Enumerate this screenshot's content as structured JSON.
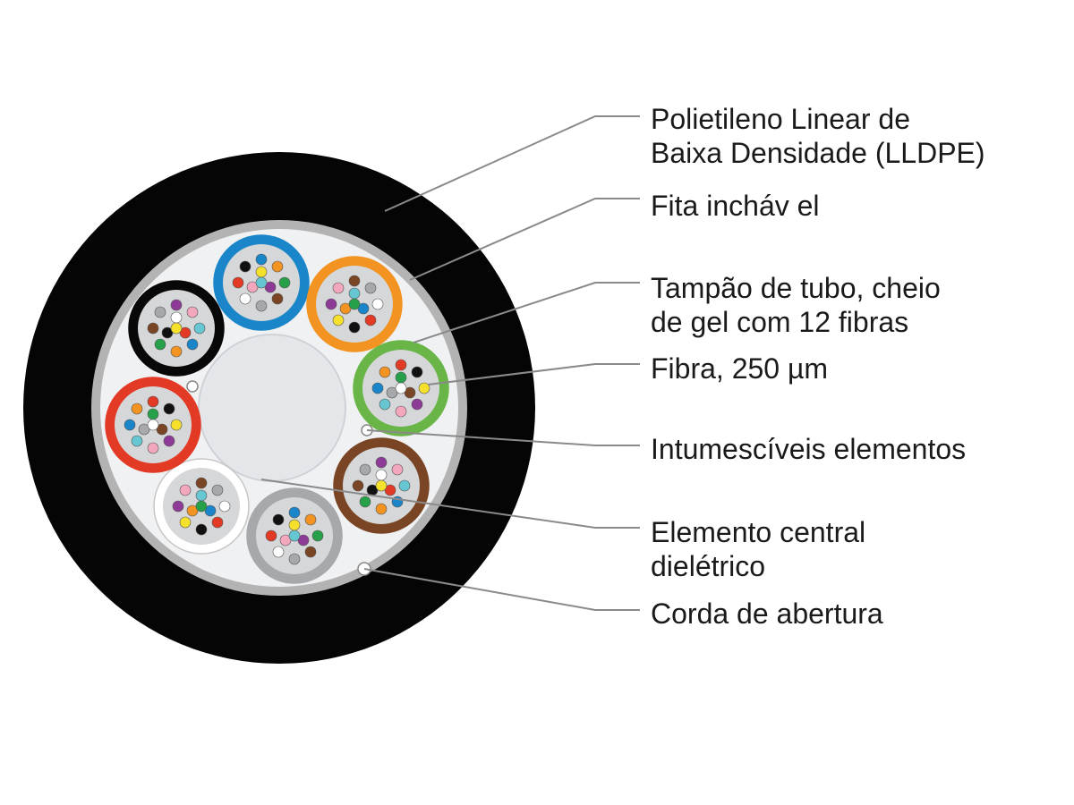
{
  "colors": {
    "jacket": "#050505",
    "tape": "#b3b3b3",
    "filler": "#f0f1f3",
    "central_member": "#e4e6ea",
    "tube_gel": "#d6d7d9",
    "leader_line": "#8a8a8a"
  },
  "tubes": [
    {
      "name": "blue-tube",
      "color": "#1a86c9"
    },
    {
      "name": "orange-tube",
      "color": "#f29322"
    },
    {
      "name": "green-tube",
      "color": "#6ab547"
    },
    {
      "name": "brown-tube",
      "color": "#7a4524"
    },
    {
      "name": "slate-tube",
      "color": "#a6a8ab"
    },
    {
      "name": "white-tube",
      "color": "#ffffff"
    },
    {
      "name": "red-tube",
      "color": "#e33a26"
    },
    {
      "name": "black-tube",
      "color": "#080808"
    }
  ],
  "fiber_colors": [
    "#1a86c9",
    "#f29322",
    "#27a04a",
    "#7a4524",
    "#a6a8ab",
    "#ffffff",
    "#e33a26",
    "#111111",
    "#f5e12b",
    "#8e3a97",
    "#f2a7bd",
    "#66c7d3"
  ],
  "labels": {
    "lldpe": [
      "Polietileno Linear de",
      "Baixa Densidade (LLDPE)"
    ],
    "tape": [
      "Fita incháv el"
    ],
    "tube": [
      "Tampão de tubo, cheio",
      "de gel com 12 fibras"
    ],
    "fiber": [
      "Fibra, 250 µm"
    ],
    "swell": [
      "Intumescíveis elementos"
    ],
    "central": [
      "Elemento central",
      "dielétrico"
    ],
    "ripcord": [
      "Corda de abertura"
    ]
  }
}
